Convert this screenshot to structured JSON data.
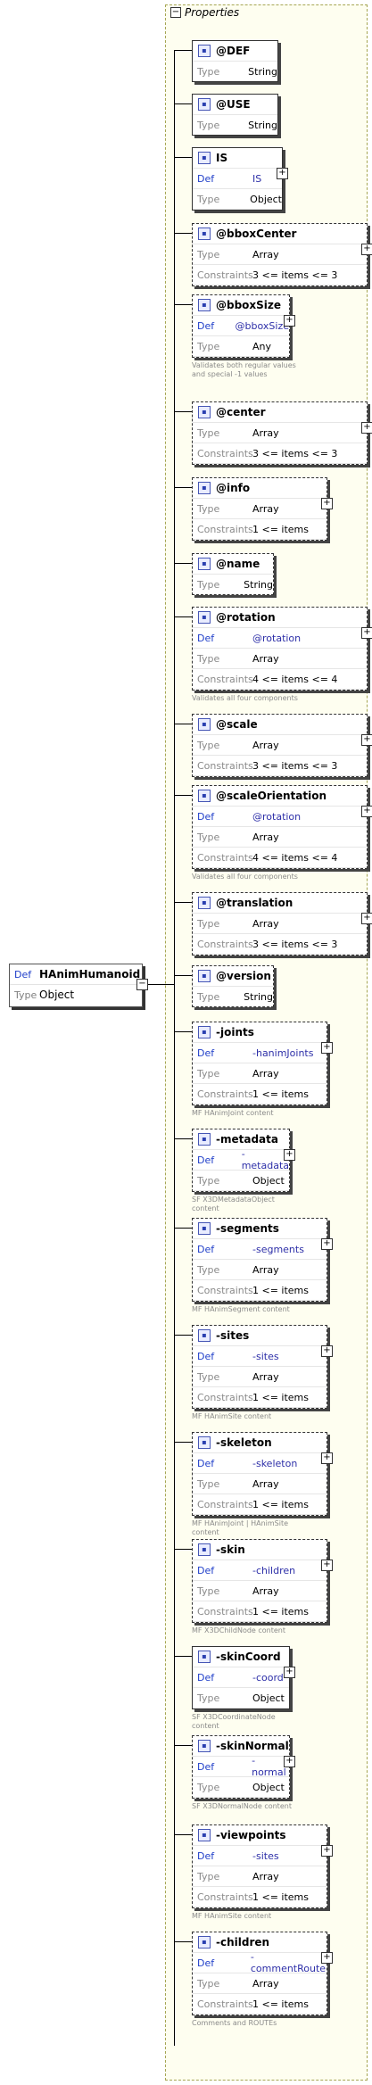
{
  "properties_label": "Properties",
  "root": {
    "def_label": "Def",
    "type_label": "Type",
    "name": "HAnimHumanoid",
    "type": "Object"
  },
  "labels": {
    "def": "Def",
    "type": "Type",
    "constraints": "Constraints"
  },
  "nodes": [
    {
      "name": "@DEF",
      "type": "String"
    },
    {
      "name": "@USE",
      "type": "String"
    },
    {
      "name": "IS",
      "def": "IS",
      "type": "Object"
    },
    {
      "name": "@bboxCenter",
      "type": "Array",
      "constraints": "3 <= items <= 3"
    },
    {
      "name": "@bboxSize",
      "def": "@bboxSize",
      "type": "Any",
      "note": "Validates both regular values and special -1 values"
    },
    {
      "name": "@center",
      "type": "Array",
      "constraints": "3 <= items <= 3"
    },
    {
      "name": "@info",
      "type": "Array",
      "constraints": "1 <= items"
    },
    {
      "name": "@name",
      "type": "String"
    },
    {
      "name": "@rotation",
      "def": "@rotation",
      "type": "Array",
      "constraints": "4 <= items <= 4",
      "note": "Validates all four components"
    },
    {
      "name": "@scale",
      "type": "Array",
      "constraints": "3 <= items <= 3"
    },
    {
      "name": "@scaleOrientation",
      "def": "@rotation",
      "type": "Array",
      "constraints": "4 <= items <= 4",
      "note": "Validates all four components"
    },
    {
      "name": "@translation",
      "type": "Array",
      "constraints": "3 <= items <= 3"
    },
    {
      "name": "@version",
      "type": "String"
    },
    {
      "name": "-joints",
      "def": "-hanimJoints",
      "type": "Array",
      "constraints": "1 <= items",
      "note": "MF HAnimJoint content"
    },
    {
      "name": "-metadata",
      "def": "-metadata",
      "type": "Object",
      "note": "SF X3DMetadataObject content"
    },
    {
      "name": "-segments",
      "def": "-segments",
      "type": "Array",
      "constraints": "1 <= items",
      "note": "MF HAnimSegment content"
    },
    {
      "name": "-sites",
      "def": "-sites",
      "type": "Array",
      "constraints": "1 <= items",
      "note": "MF HAnimSite content"
    },
    {
      "name": "-skeleton",
      "def": "-skeleton",
      "type": "Array",
      "constraints": "1 <= items",
      "note": "MF HAnimJoint | HAnimSite content"
    },
    {
      "name": "-skin",
      "def": "-children",
      "type": "Array",
      "constraints": "1 <= items",
      "note": "MF X3DChildNode content"
    },
    {
      "name": "-skinCoord",
      "def": "-coord",
      "type": "Object",
      "note": "SF X3DCoordinateNode content"
    },
    {
      "name": "-skinNormal",
      "def": "-normal",
      "type": "Object",
      "note": "SF X3DNormalNode content"
    },
    {
      "name": "-viewpoints",
      "def": "-sites",
      "type": "Array",
      "constraints": "1 <= items",
      "note": "MF HAnimSite content"
    },
    {
      "name": "-children",
      "def": "-commentRoute",
      "type": "Array",
      "constraints": "1 <= items",
      "note": "Comments and ROUTEs"
    }
  ]
}
